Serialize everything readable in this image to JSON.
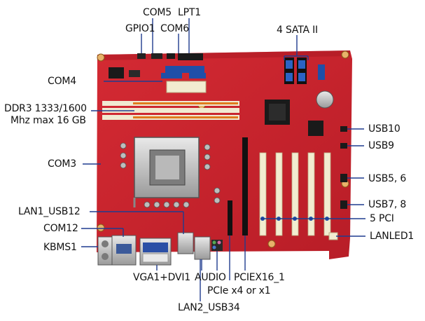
{
  "labels": {
    "com5": "COM5",
    "lpt1": "LPT1",
    "gpio1": "GPIO1",
    "com6": "COM6",
    "sata": "4 SATA II",
    "com4": "COM4",
    "ddr3_line1": "DDR3 1333/1600",
    "ddr3_line2": "Mhz max 16 GB",
    "com3": "COM3",
    "usb10": "USB10",
    "usb9": "USB9",
    "usb56": "USB5, 6",
    "usb78": "USB7, 8",
    "lan1_usb12": "LAN1_USB12",
    "pci5": "5 PCI",
    "com12": "COM12",
    "lanled1": "LANLED1",
    "kbms1": "KBMS1",
    "vga_dvi": "VGA1+DVI1",
    "audio": "AUDIO",
    "pciex16": "PCIEX16_1",
    "pcie_x4": "PCIe x4 or x1",
    "lan2_usb34": "LAN2_USB34"
  },
  "colors": {
    "board": "#c8242d",
    "leader": "#1f3c8f"
  }
}
